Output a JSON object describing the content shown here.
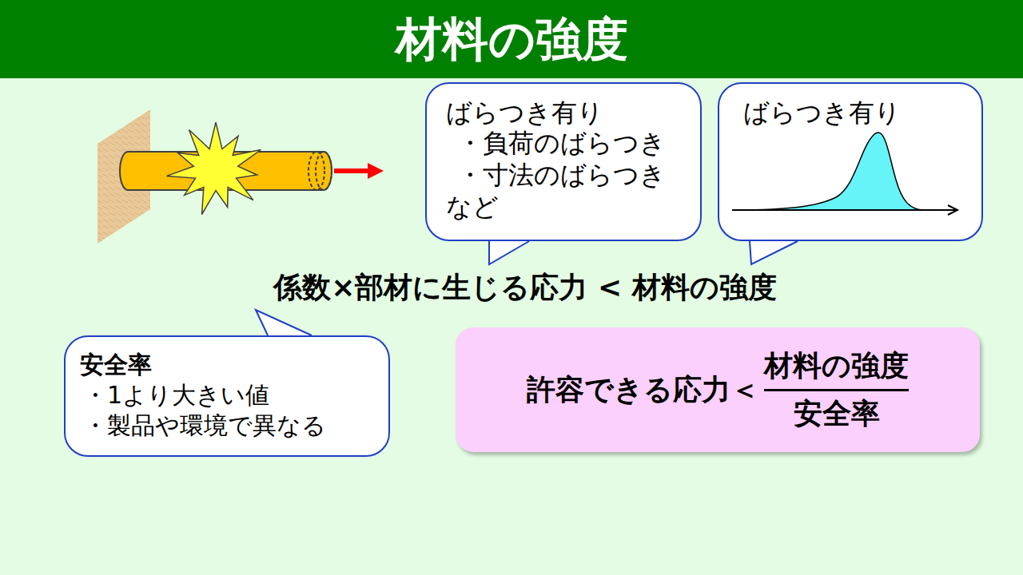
{
  "diagram": {
    "title": "材料の強度",
    "nodes": [
      {
        "text": [
          "ばらつき有り",
          "・負荷のばらつき",
          "・寸法のばらつき",
          "など"
        ]
      },
      {
        "text": [
          "ばらつき有り"
        ]
      },
      {
        "text": [
          "安全率",
          "・1より大きい値",
          "・製品や環境で異なる"
        ]
      },
      {
        "text": [
          "許容できる応力＜",
          "材料の強度",
          "安全率"
        ]
      }
    ],
    "labels": [
      "係数×部材に生じる応力 < 材料の強度"
    ]
  }
}
